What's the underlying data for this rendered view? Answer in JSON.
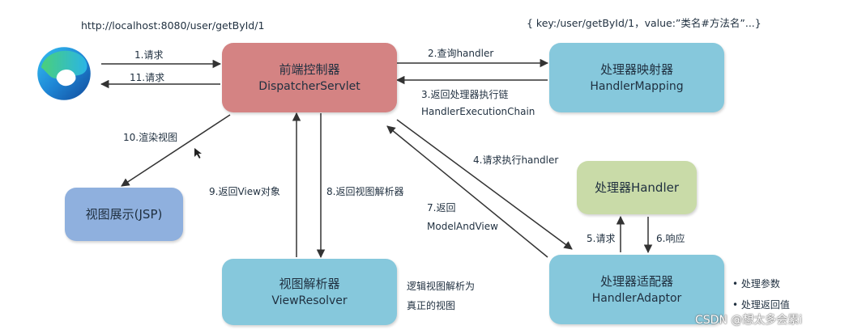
{
  "url": "http://localhost:8080/user/getById/1",
  "map_note": "{ key:/user/getById/1，value:”类名#方法名”...}",
  "nodes": {
    "dispatcher": {
      "title": "前端控制器",
      "subtitle": "DispatcherServlet",
      "color": "#d48383"
    },
    "mapping": {
      "title": "处理器映射器",
      "subtitle": "HandlerMapping",
      "color": "#86c8dc"
    },
    "handler": {
      "title": "处理器Handler",
      "color": "#c9dba8"
    },
    "adaptor": {
      "title": "处理器适配器",
      "subtitle": "HandlerAdaptor",
      "color": "#86c8dc"
    },
    "resolver": {
      "title": "视图解析器",
      "subtitle": "ViewResolver",
      "color": "#86c8dc"
    },
    "view": {
      "title": "视图展示(JSP)",
      "color": "#8fb0de"
    }
  },
  "edges": {
    "e1": "1.请求",
    "e11": "11.请求",
    "e2": "2.查询handler",
    "e3a": "3.返回处理器执行链",
    "e3b": "HandlerExecutionChain",
    "e4": "4.请求执行handler",
    "e5": "5.请求",
    "e6": "6.响应",
    "e7a": "7.返回",
    "e7b": "ModelAndView",
    "e8": "8.返回视图解析器",
    "e9": "9.返回View对象",
    "e10": "10.渲染视图"
  },
  "resolver_note": [
    "逻辑视图解析为",
    "真正的视图"
  ],
  "adaptor_bullets": [
    "• 处理参数",
    "• 处理返回值"
  ],
  "watermark": "CSDN @想太多会累i",
  "icon": "edge-browser-icon"
}
